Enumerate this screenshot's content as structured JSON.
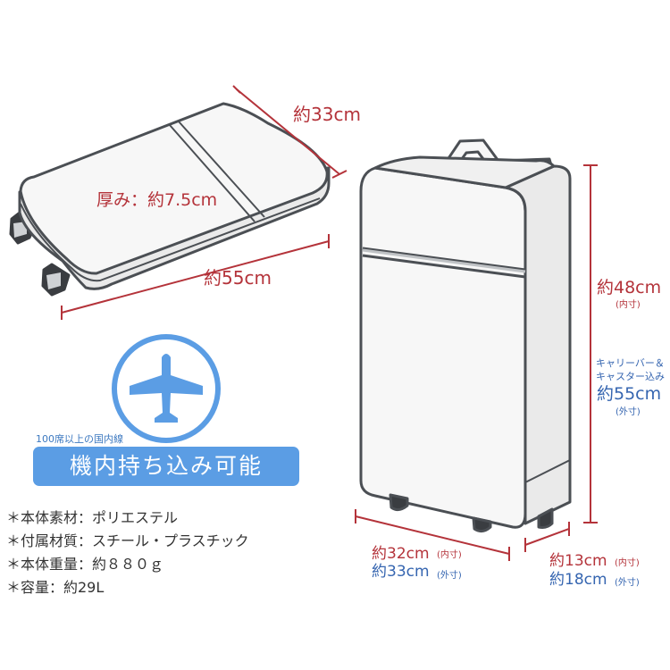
{
  "colors": {
    "dim_red": "#b4333a",
    "dim_blue": "#3565b0",
    "outline": "#4b4f54",
    "case_fill": "#f7f7f7",
    "accent_blue": "#5b9de4"
  },
  "flat_case": {
    "width_label": "約33cm",
    "depth_label": "約55cm",
    "thickness_label": "厚み：約7.5cm"
  },
  "upright_case": {
    "height_inner": "約48cm",
    "height_inner_note": "(内寸)",
    "carrier_note_line1": "キャリーバー＆",
    "carrier_note_line2": "キャスター込み",
    "height_outer": "約55cm",
    "height_outer_note": "(外寸)",
    "width_inner": "約32cm",
    "width_inner_note": "(内寸)",
    "width_outer": "約33cm",
    "width_outer_note": "(外寸)",
    "side_inner": "約13cm",
    "side_inner_note": "(内寸)",
    "side_outer": "約18cm",
    "side_outer_note": "(外寸)"
  },
  "airplane": {
    "icon": "airplane-icon",
    "note": "100席以上の国内線",
    "badge": "機内持ち込み可能"
  },
  "specs": [
    "＊本体素材：ポリエステル",
    "＊付属材質：スチール・プラスチック",
    "＊本体重量：約８８０ｇ",
    "＊容量：約29L"
  ]
}
